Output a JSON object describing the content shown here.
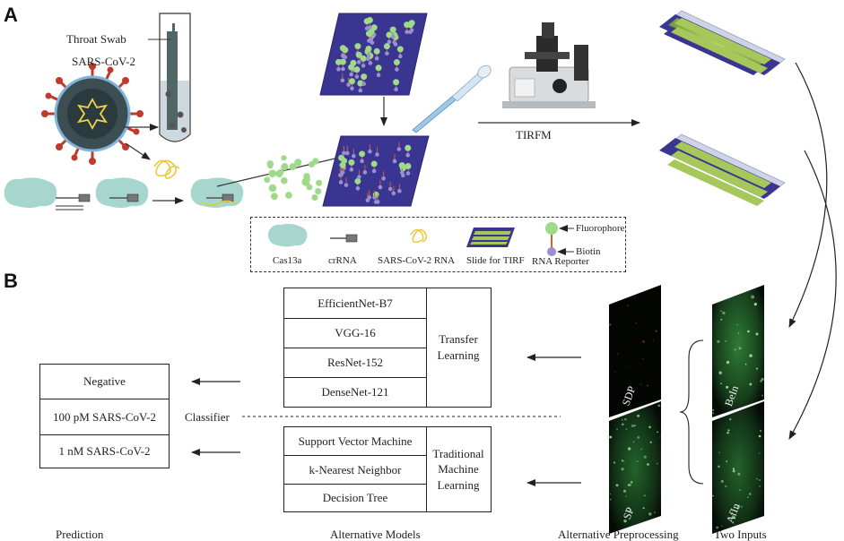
{
  "panels": {
    "a": "A",
    "b": "B"
  },
  "panel_a": {
    "throat_swab": "Throat Swab",
    "virus": "SARS-CoV-2",
    "tirfm": "TIRFM"
  },
  "legend": {
    "items": [
      "Cas13a",
      "crRNA",
      "SARS-CoV-2 RNA",
      "Slide for TIRF",
      "RNA Reporter"
    ],
    "fluorophore": "Fluorophore",
    "biotin": "Biotin"
  },
  "panel_b": {
    "prediction_rows": [
      "Negative",
      "100 pM SARS-CoV-2",
      "1 nM SARS-CoV-2"
    ],
    "classifier": "Classifier",
    "transfer_models": [
      "EfficientNet-B7",
      "VGG-16",
      "ResNet-152",
      "DenseNet-121"
    ],
    "transfer_label": [
      "Transfer",
      "Learning"
    ],
    "traditional_models": [
      "Support Vector Machine",
      "k-Nearest Neighbor",
      "Decision Tree"
    ],
    "traditional_label": [
      "Traditional",
      "Machine",
      "Learning"
    ],
    "image_labels": {
      "sdp": "SDP",
      "sp": "SP",
      "beln": "BeIn",
      "afln": "AfIn"
    },
    "captions": [
      "Prediction",
      "Alternative Models",
      "Alternative Preprocessing",
      "Two Inputs"
    ]
  },
  "colors": {
    "slide": "#3b3592",
    "fluorophore": "#9fd98a",
    "biotin": "#9a8fd0",
    "cas13a": "#a6d6cd",
    "rna": "#e8c93a",
    "stripe": "#a6c85a",
    "micro_green": "#2f8a3a"
  }
}
